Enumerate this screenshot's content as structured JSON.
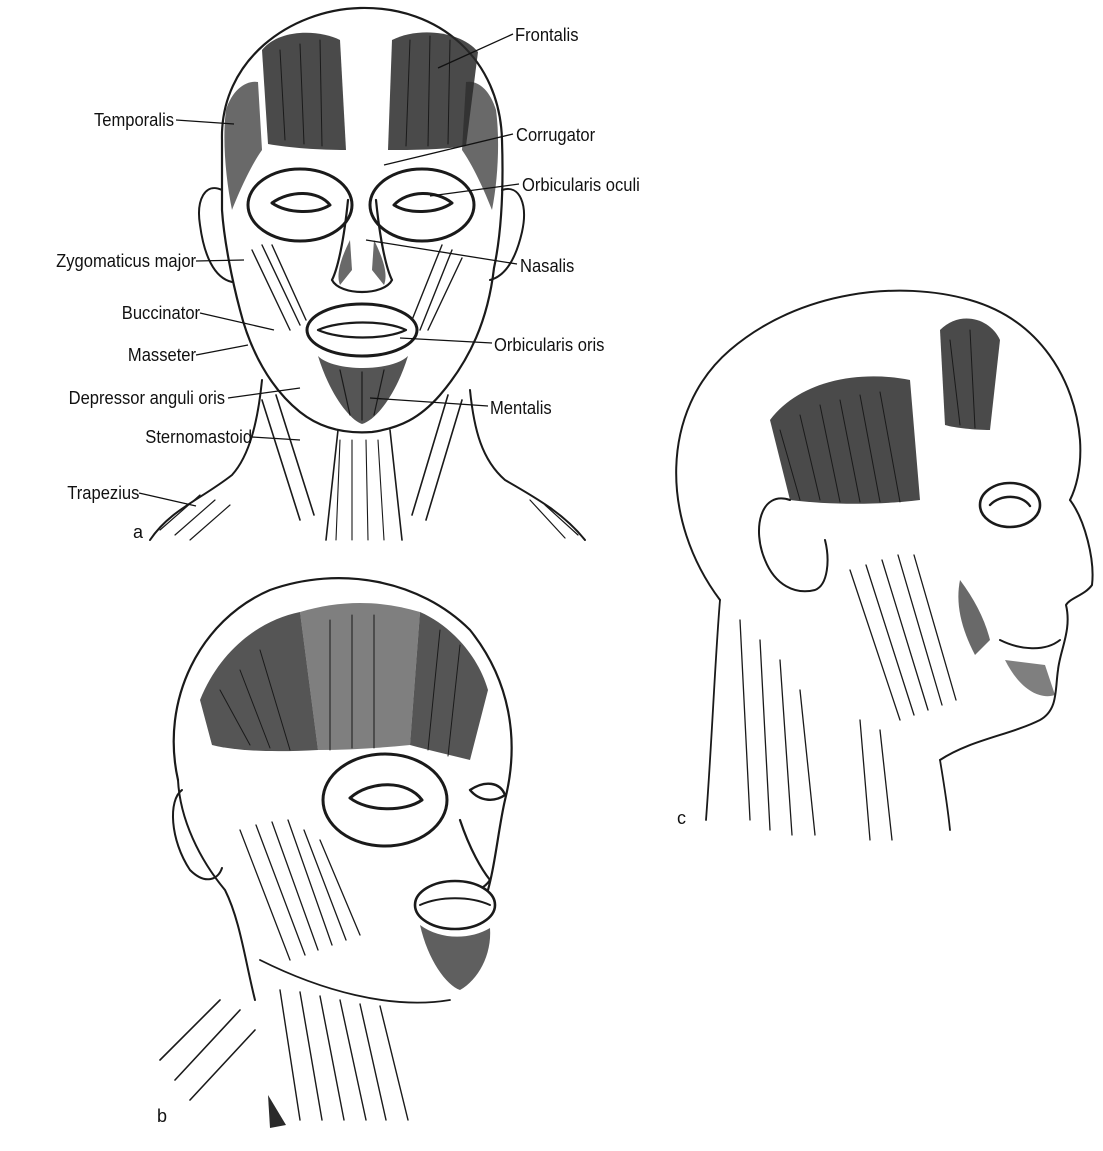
{
  "figure": {
    "panels": [
      {
        "letter": "a",
        "view": "front"
      },
      {
        "letter": "b",
        "view": "three-quarter"
      },
      {
        "letter": "c",
        "view": "profile"
      }
    ],
    "labels": {
      "frontalis": "Frontalis",
      "temporalis": "Temporalis",
      "corrugator": "Corrugator",
      "orbicularis_oculi": "Orbicularis oculi",
      "zygomaticus_major": "Zygomaticus major",
      "nasalis": "Nasalis",
      "buccinator": "Buccinator",
      "orbicularis_oris": "Orbicularis oris",
      "masseter": "Masseter",
      "depressor_anguli_oris": "Depressor anguli oris",
      "mentalis": "Mentalis",
      "sternomastoid": "Sternomastoid",
      "trapezius": "Trapezius"
    },
    "colors": {
      "ink": "#1a1a1a",
      "paper": "#ffffff"
    }
  }
}
